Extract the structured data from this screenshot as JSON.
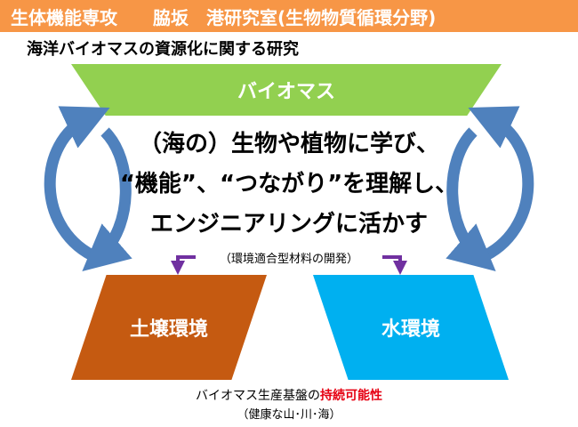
{
  "header": {
    "department": "生体機能専攻",
    "lab": "脇坂　港研究室(生物物質循環分野)",
    "color": "#F79646"
  },
  "subtitle": "海洋バイオマスの資源化に関する研究",
  "biomass": {
    "label": "バイオマス",
    "color": "#92D050"
  },
  "main_text": {
    "line1": "（海の）生物や植物に学び、",
    "line2": "“機能”、“つながり”を理解し、",
    "line3": "エンジニアリングに活かす"
  },
  "development_note": "（環境適合型材料の開発）",
  "soil": {
    "label": "土壌環境",
    "color": "#C55A11"
  },
  "water": {
    "label": "水環境",
    "color": "#00B0F0"
  },
  "footer": {
    "prefix": "バイオマス生産基盤の",
    "highlight": "持続可能性",
    "highlight_color": "#E60012",
    "note": "（健康な山･川･海）"
  },
  "cycle_arrow_color": "#4F81BD",
  "small_arrow_color": "#7030A0"
}
